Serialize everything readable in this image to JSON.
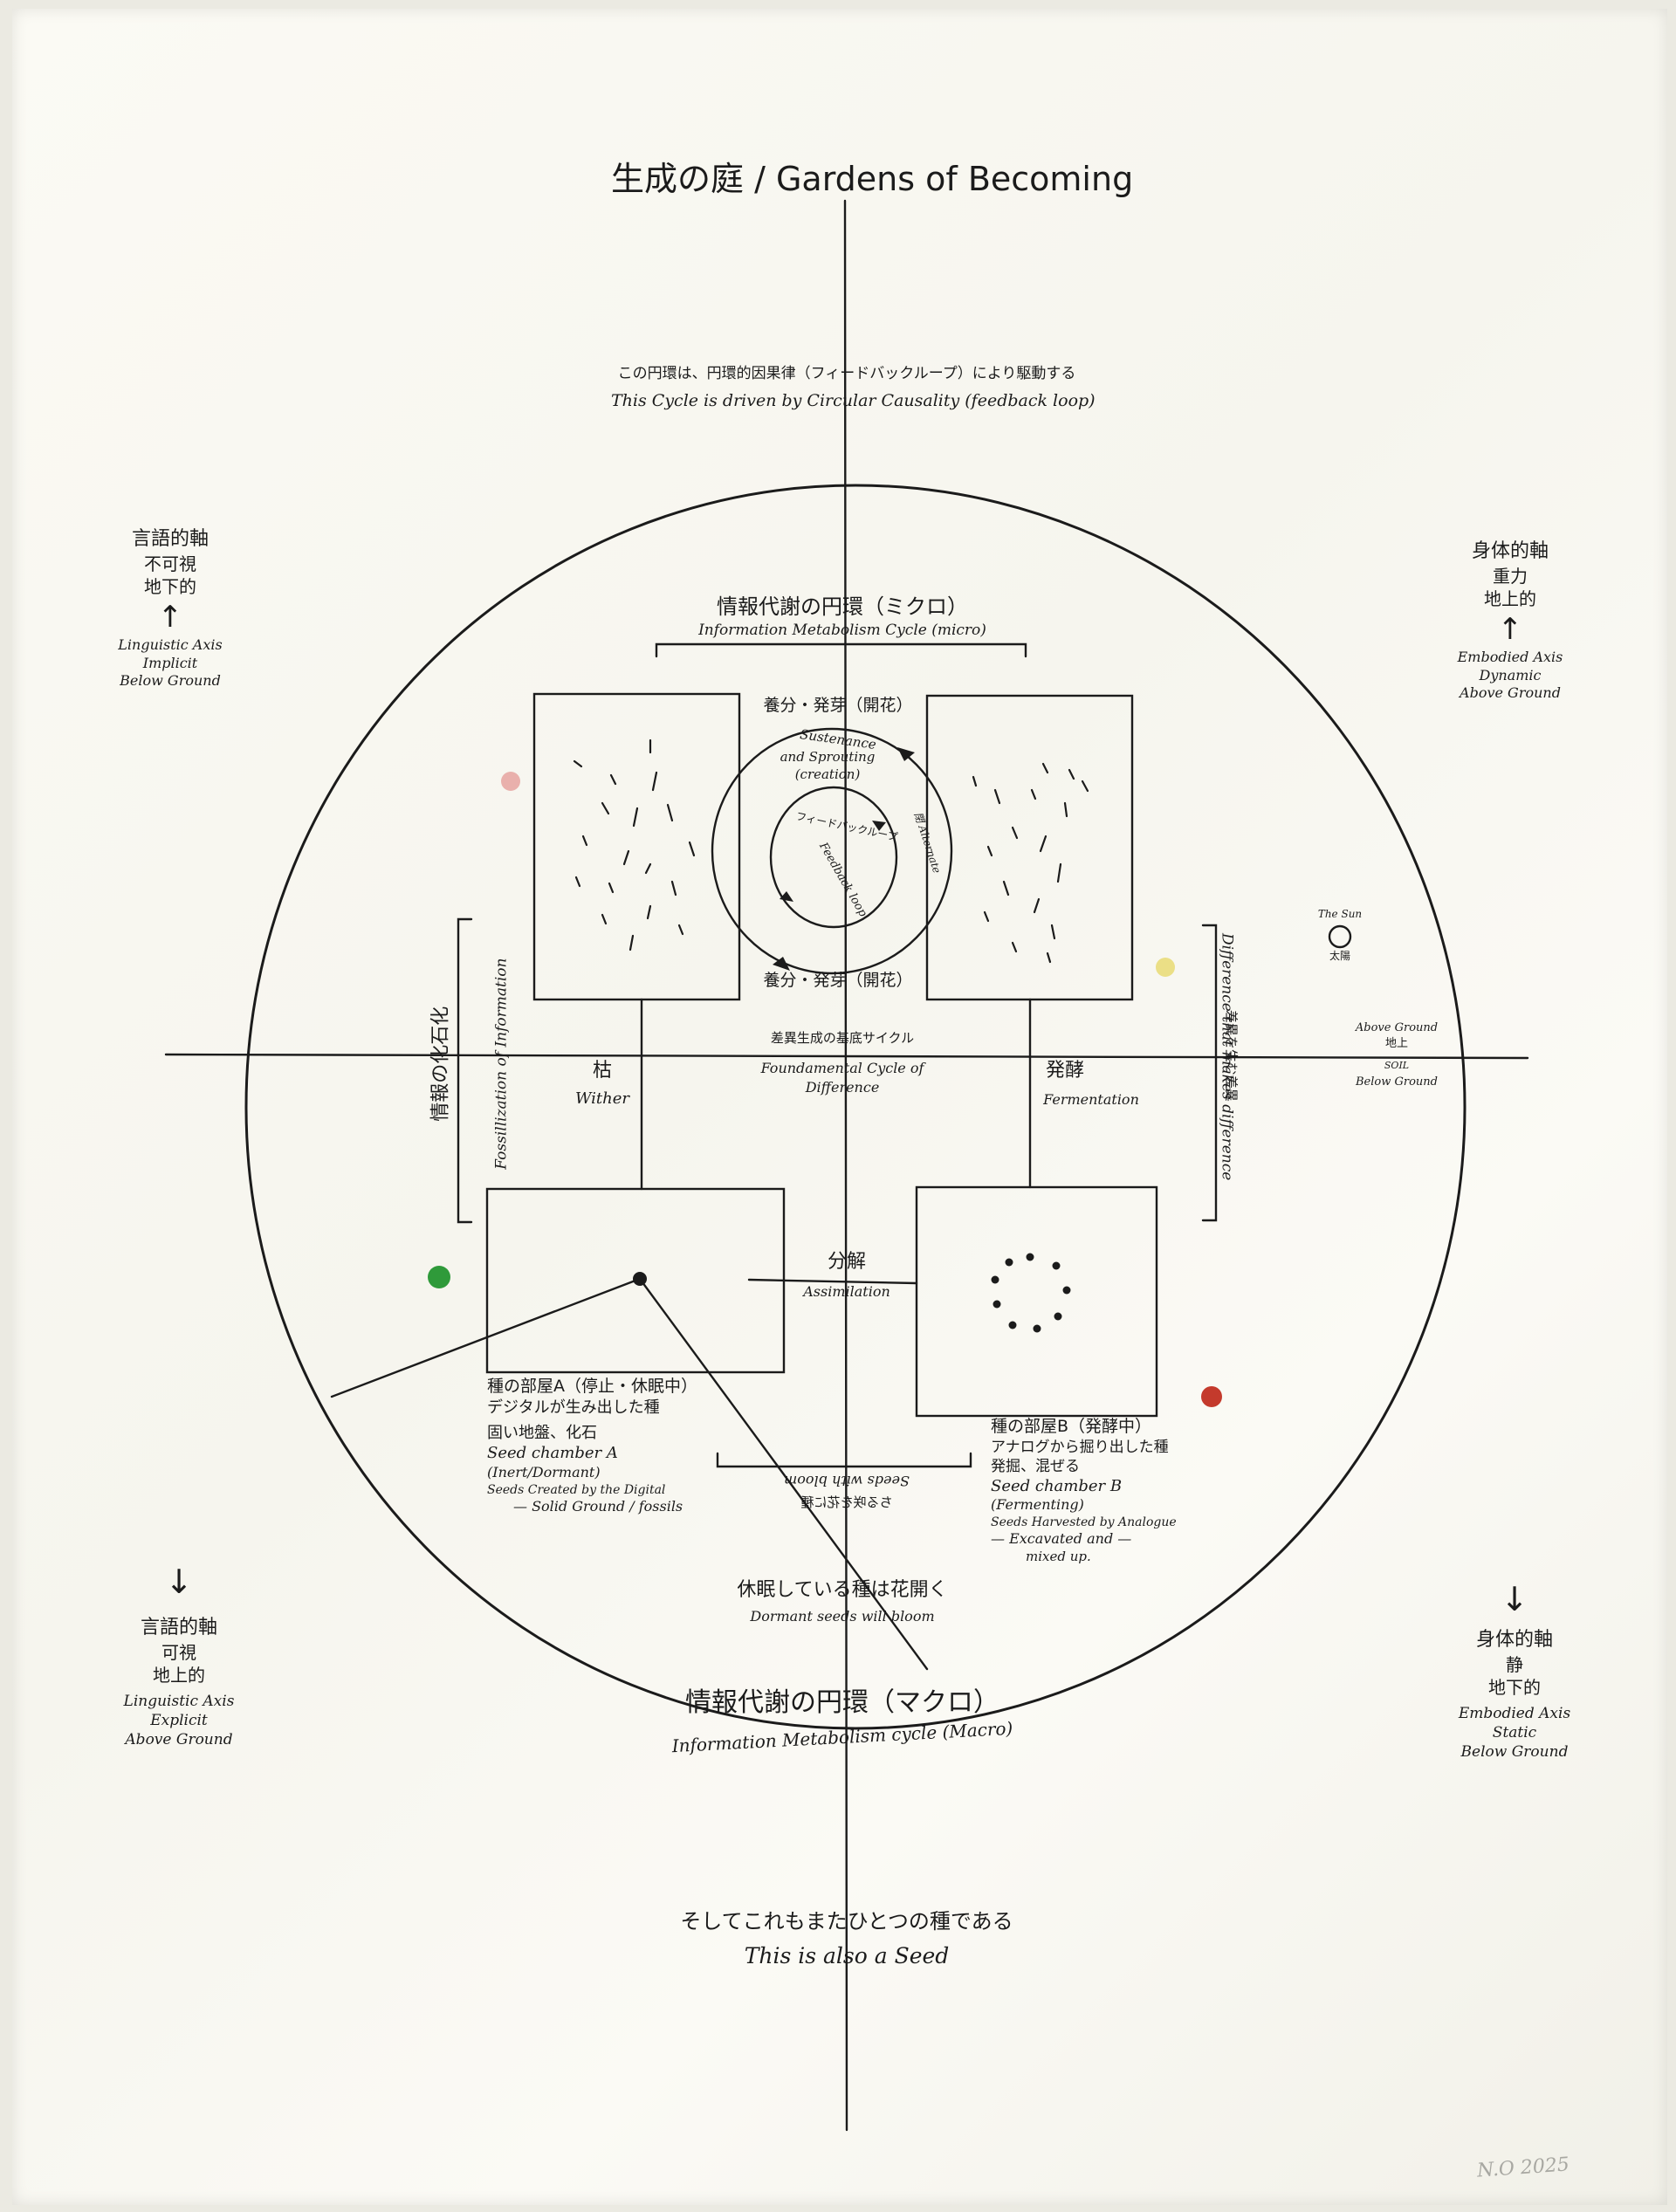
{
  "title": "生成の庭 / Gardens of Becoming",
  "top_note": {
    "jp": "この円環は、円環的因果律（フィードバックループ）により駆動する",
    "en": "This Cycle is driven by Circular Causality (feedback loop)"
  },
  "micro_cycle": {
    "jp": "情報代謝の円環（ミクロ）",
    "en": "Information Metabolism Cycle (micro)"
  },
  "inner_loop": {
    "top_jp": "養分・発芽（開花）",
    "top_en_1": "Sustenance",
    "top_en_2": "and Sprouting",
    "top_en_3": "(creation)",
    "ring_jp": "フィードバックループ",
    "ring_en": "Feedback loop",
    "ring_side": "閉 Alternate",
    "bottom_jp": "養分・発芽（開花）"
  },
  "center": {
    "jp": "差異生成の基底サイクル",
    "en_1": "Foundamental Cycle of",
    "en_2": "Difference"
  },
  "wither": {
    "jp": "枯",
    "en": "Wither"
  },
  "fermentation": {
    "jp": "発酵",
    "en": "Fermentation"
  },
  "assimilation": {
    "jp": "分解",
    "en": "Assimilation"
  },
  "fossil": {
    "jp": "情報の化石化",
    "en": "Fossillization of Information"
  },
  "difference": {
    "jp": "差異を生む差異",
    "en": "Difference that makes difference"
  },
  "sun": {
    "en": "The Sun",
    "jp": "太陽"
  },
  "ground": {
    "en_above": "Above Ground",
    "jp_above": "地上",
    "soil": "SOIL",
    "en_below": "Below Ground"
  },
  "seed_a": {
    "jp_1": "種の部屋A（停止・休眠中）",
    "jp_2": "デジタルが生み出した種",
    "jp_3": "固い地盤、化石",
    "en_1": "Seed chamber A",
    "en_2": "(Inert/Dormant)",
    "en_3": "Seeds Created by the Digital",
    "en_4": "— Solid Ground / fossils"
  },
  "seed_b": {
    "jp_1": "種の部屋B（発酵中）",
    "jp_2": "アナログから掘り出した種",
    "jp_3": "発掘、混ぜる",
    "en_1": "Seed chamber B",
    "en_2": "(Fermenting)",
    "en_3": "Seeds Harvested by Analogue",
    "en_4": "— Excavated and —",
    "en_5": "mixed up."
  },
  "mirror_text": {
    "line_1": "Seeds with bloom",
    "line_2": "ちる咲を花に種"
  },
  "dormant": {
    "jp": "休眠している種は花開く",
    "en": "Dormant seeds will bloom"
  },
  "macro_cycle": {
    "jp": "情報代謝の円環（マクロ）",
    "en": "Information Metabolism cycle (Macro)"
  },
  "corner_tl": {
    "jp_1": "言語的軸",
    "jp_2": "不可視",
    "jp_3": "地下的",
    "en_1": "Linguistic Axis",
    "en_2": "Implicit",
    "en_3": "Below Ground"
  },
  "corner_tr": {
    "jp_1": "身体的軸",
    "jp_2": "重力",
    "jp_3": "地上的",
    "en_1": "Embodied Axis",
    "en_2": "Dynamic",
    "en_3": "Above Ground"
  },
  "corner_bl": {
    "jp_1": "言語的軸",
    "jp_2": "可視",
    "jp_3": "地上的",
    "en_1": "Linguistic Axis",
    "en_2": "Explicit",
    "en_3": "Above Ground"
  },
  "corner_br": {
    "jp_1": "身体的軸",
    "jp_2": "静",
    "jp_3": "地下的",
    "en_1": "Embodied Axis",
    "en_2": "Static",
    "en_3": "Below Ground"
  },
  "footer": {
    "jp": "そしてこれもまたひとつの種である",
    "en": "This is also a Seed"
  },
  "signature": "N.O 2025",
  "colors": {
    "ink": "#1b1b1b",
    "pin_red": "#c43a2c",
    "pin_pink": "#e7a9a4",
    "pin_yellow": "#e9dc7a",
    "pin_green": "#2f9a3a"
  }
}
